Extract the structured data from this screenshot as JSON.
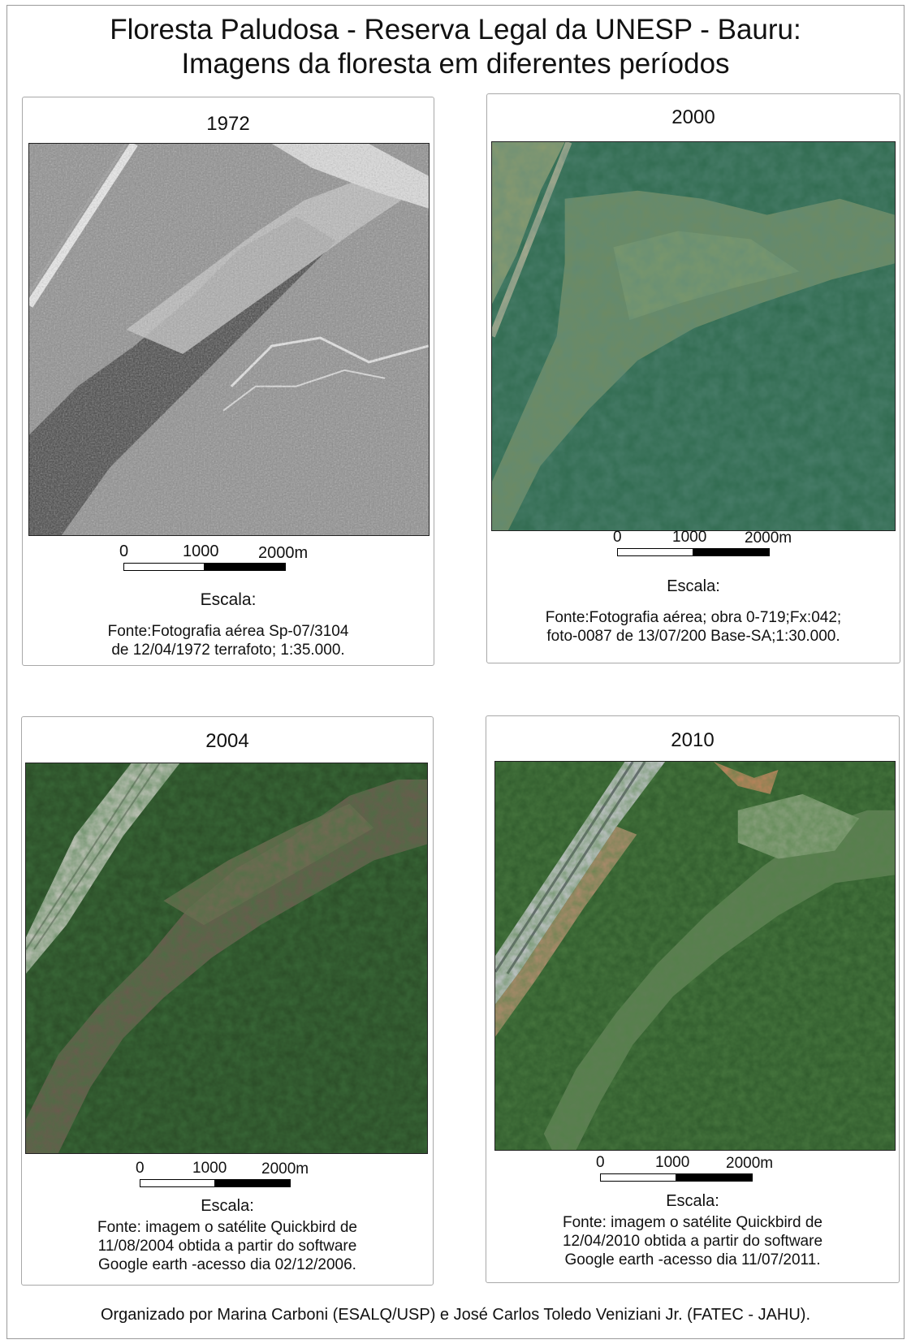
{
  "title_line1": "Floresta Paludosa - Reserva Legal da UNESP - Bauru:",
  "title_line2": "Imagens da floresta em diferentes períodos",
  "panels": [
    {
      "year": "1972",
      "scale_0": "0",
      "scale_mid": "1000",
      "scale_max": "2000m",
      "scale_label": "Escala:",
      "source_line1": "Fonte:Fotografia aérea Sp-07/3104",
      "source_line2": "de 12/04/1972 terrafoto; 1:35.000.",
      "source_line3": ""
    },
    {
      "year": "2000",
      "scale_0": "0",
      "scale_mid": "1000",
      "scale_max": "2000m",
      "scale_label": "Escala:",
      "source_line1": "Fonte:Fotografia aérea; obra 0-719;Fx:042;",
      "source_line2": "foto-0087 de 13/07/200 Base-SA;1:30.000.",
      "source_line3": ""
    },
    {
      "year": "2004",
      "scale_0": "0",
      "scale_mid": "1000",
      "scale_max": "2000m",
      "scale_label": "Escala:",
      "source_line1": "Fonte: imagem o satélite Quickbird de",
      "source_line2": "11/08/2004 obtida a partir do software",
      "source_line3": "Google earth -acesso dia 02/12/2006."
    },
    {
      "year": "2010",
      "scale_0": "0",
      "scale_mid": "1000",
      "scale_max": "2000m",
      "scale_label": "Escala:",
      "source_line1": "Fonte: imagem o satélite Quickbird de",
      "source_line2": "12/04/2010 obtida a partir do software",
      "source_line3": "Google earth -acesso dia 11/07/2011."
    }
  ],
  "footer": "Organizado por Marina Carboni (ESALQ/USP) e José Carlos Toledo Veniziani Jr. (FATEC - JAHU).",
  "colors": {
    "bw_forest": "#8a8a8a",
    "bw_dark": "#3e3e3e",
    "bw_light": "#cfcfcf",
    "forest_2000": "#2f6a4e",
    "clearing_2000": "#6f8a5e",
    "forest_2004": "#2a4a26",
    "clearing_2004": "#6b5a4e",
    "forest_2010": "#2f5a2c",
    "clearing_2010": "#7f9a7a",
    "road": "#d8d8d0"
  }
}
